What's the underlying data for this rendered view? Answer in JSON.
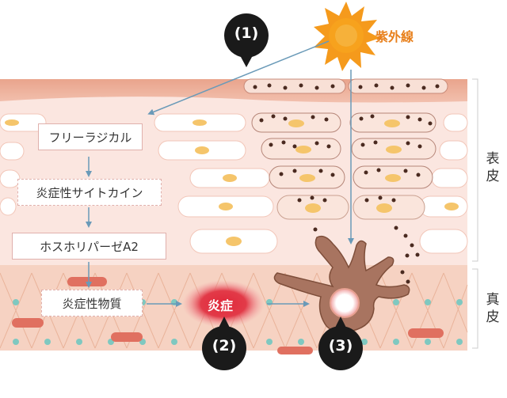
{
  "uv_label": "紫外線",
  "callouts": [
    "(1)",
    "(2)",
    "(3)"
  ],
  "flow_labels": {
    "free_radical": "フリーラジカル",
    "cytokine": "炎症性サイトカイン",
    "phospholipase": "ホスホリパーゼA2",
    "inflammatory_substance": "炎症性物質"
  },
  "inflammation_label": "炎症",
  "layers": {
    "epidermis": "表皮",
    "dermis": "真皮"
  },
  "colors": {
    "uv_orange": "#e8801c",
    "sun_yellow": "#f5a623",
    "arrow_blue": "#6a9ab8",
    "inflammation_red": "#e0283a",
    "callout_black": "#1a1a1a"
  }
}
